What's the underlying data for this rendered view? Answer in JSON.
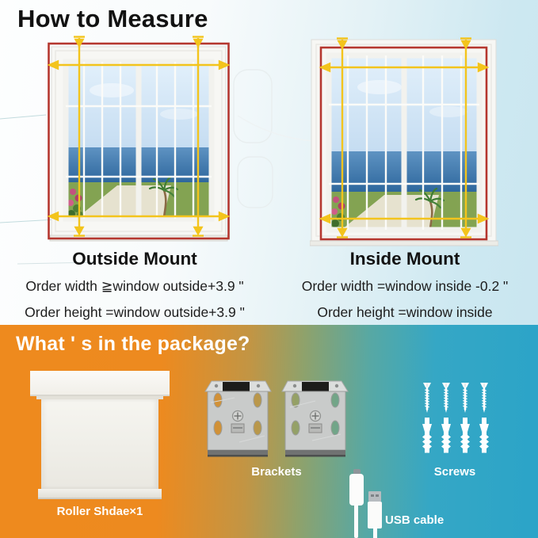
{
  "measure": {
    "title": "How to Measure",
    "outside_mount": {
      "heading": "Outside Mount",
      "width_rule": "Order width ≧window outside+3.9 \"",
      "height_rule": "Order height =window outside+3.9 \""
    },
    "inside_mount": {
      "heading": "Inside Mount",
      "width_rule": "Order width =window inside -0.2 \"",
      "height_rule": "Order height =window inside"
    },
    "annotation_colors": {
      "measure_line": "#f3c41c",
      "mount_frame": "#b5372f"
    }
  },
  "package": {
    "title": "What ' s in the package?",
    "items": {
      "roller_shade": "Roller Shdae×1",
      "brackets": "Brackets",
      "screws": "Screws",
      "usb_cable": "USB cable"
    },
    "background_gradient": [
      "#ee8a1e",
      "#8ea26c",
      "#2ba4c8"
    ]
  }
}
